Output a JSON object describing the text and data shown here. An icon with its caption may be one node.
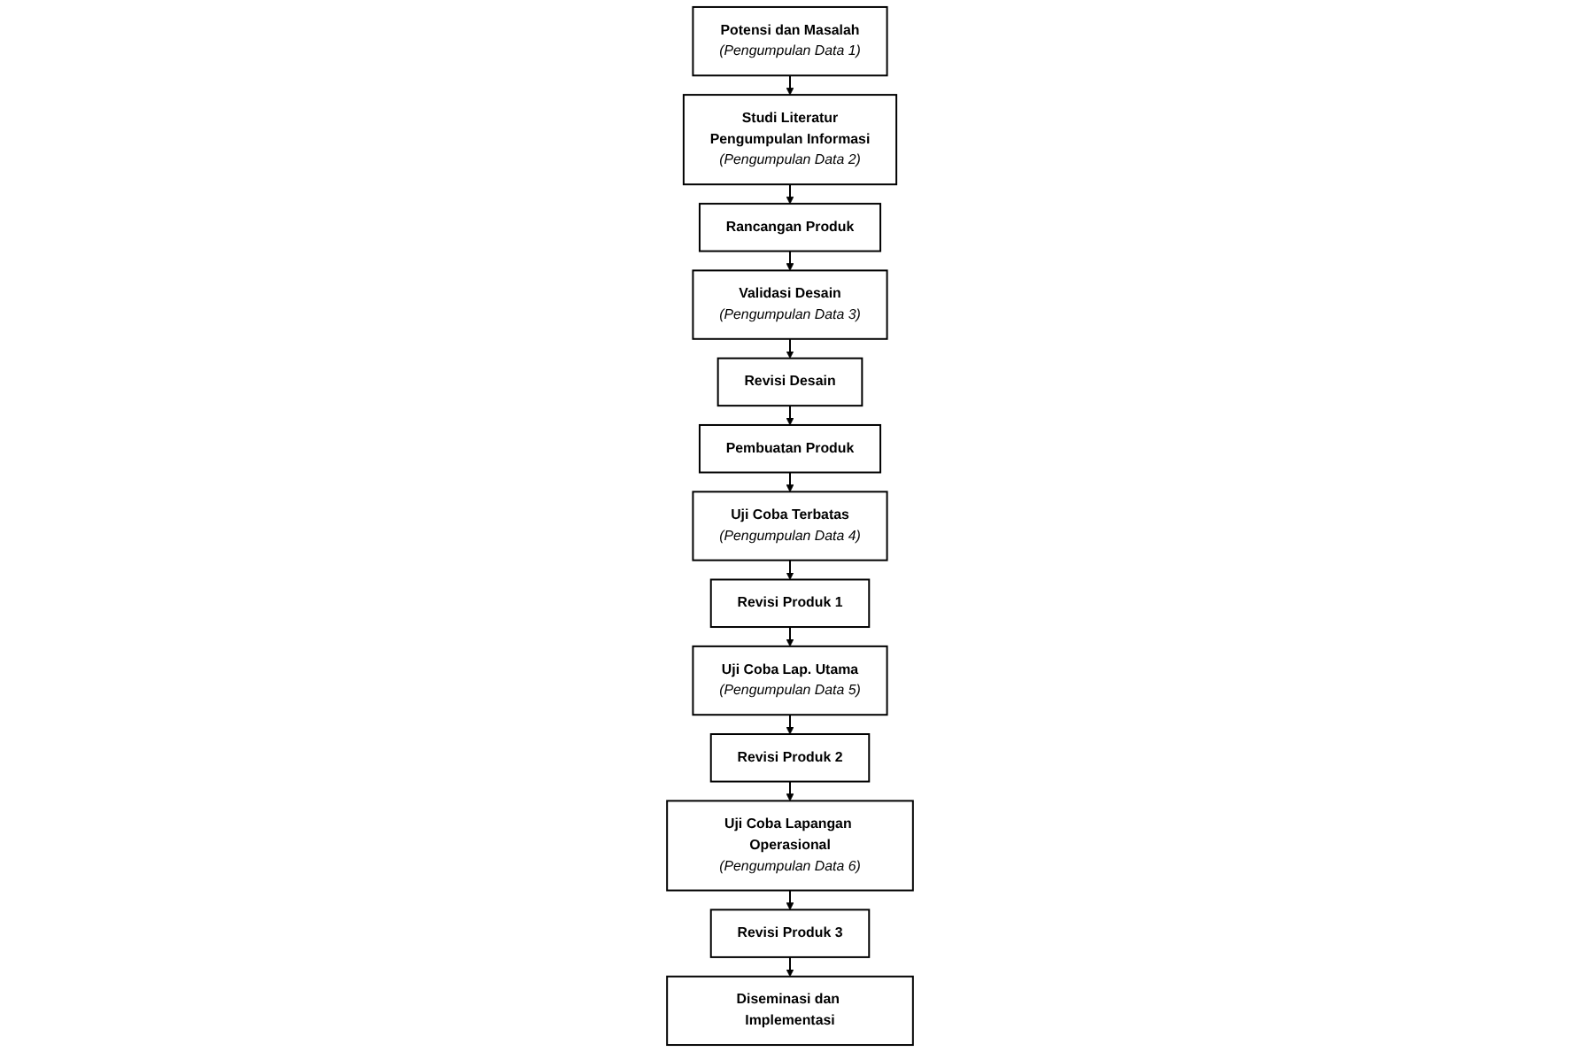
{
  "diagram": {
    "nodes": [
      {
        "text": [
          "Potensi dan Masalah",
          "(Pengumpulan Data 1)"
        ]
      },
      {
        "text": [
          "Studi Literatur",
          "Pengumpulan Informasi",
          "(Pengumpulan Data 2)"
        ]
      },
      {
        "text": [
          "Rancangan Produk"
        ]
      },
      {
        "text": [
          "Validasi Desain",
          "(Pengumpulan Data 3)"
        ]
      },
      {
        "text": [
          "Revisi Desain"
        ]
      },
      {
        "text": [
          "Pembuatan Produk"
        ]
      },
      {
        "text": [
          "Uji Coba Terbatas",
          "(Pengumpulan Data 4)"
        ]
      },
      {
        "text": [
          "Revisi Produk 1"
        ]
      },
      {
        "text": [
          "Uji Coba Lap. Utama",
          "(Pengumpulan Data 5)"
        ]
      },
      {
        "text": [
          "Revisi Produk 2"
        ]
      },
      {
        "text": [
          "Uji Coba Lapangan Operasional",
          "(Pengumpulan Data 6)"
        ]
      },
      {
        "text": [
          "Revisi Produk 3"
        ]
      },
      {
        "text": [
          "Diseminasi dan Implementasi"
        ]
      }
    ],
    "edges": [
      {
        "from": 0,
        "to": 1,
        "arrow": "to"
      },
      {
        "from": 1,
        "to": 2,
        "arrow": "to"
      },
      {
        "from": 2,
        "to": 3,
        "arrow": "to"
      },
      {
        "from": 3,
        "to": 4,
        "arrow": "to"
      },
      {
        "from": 4,
        "to": 5,
        "arrow": "to"
      },
      {
        "from": 5,
        "to": 6,
        "arrow": "to"
      },
      {
        "from": 6,
        "to": 7,
        "arrow": "to"
      },
      {
        "from": 7,
        "to": 8,
        "arrow": "to"
      },
      {
        "from": 8,
        "to": 9,
        "arrow": "to"
      },
      {
        "from": 9,
        "to": 10,
        "arrow": "to"
      },
      {
        "from": 10,
        "to": 11,
        "arrow": "to"
      },
      {
        "from": 11,
        "to": 12,
        "arrow": "to"
      }
    ]
  }
}
